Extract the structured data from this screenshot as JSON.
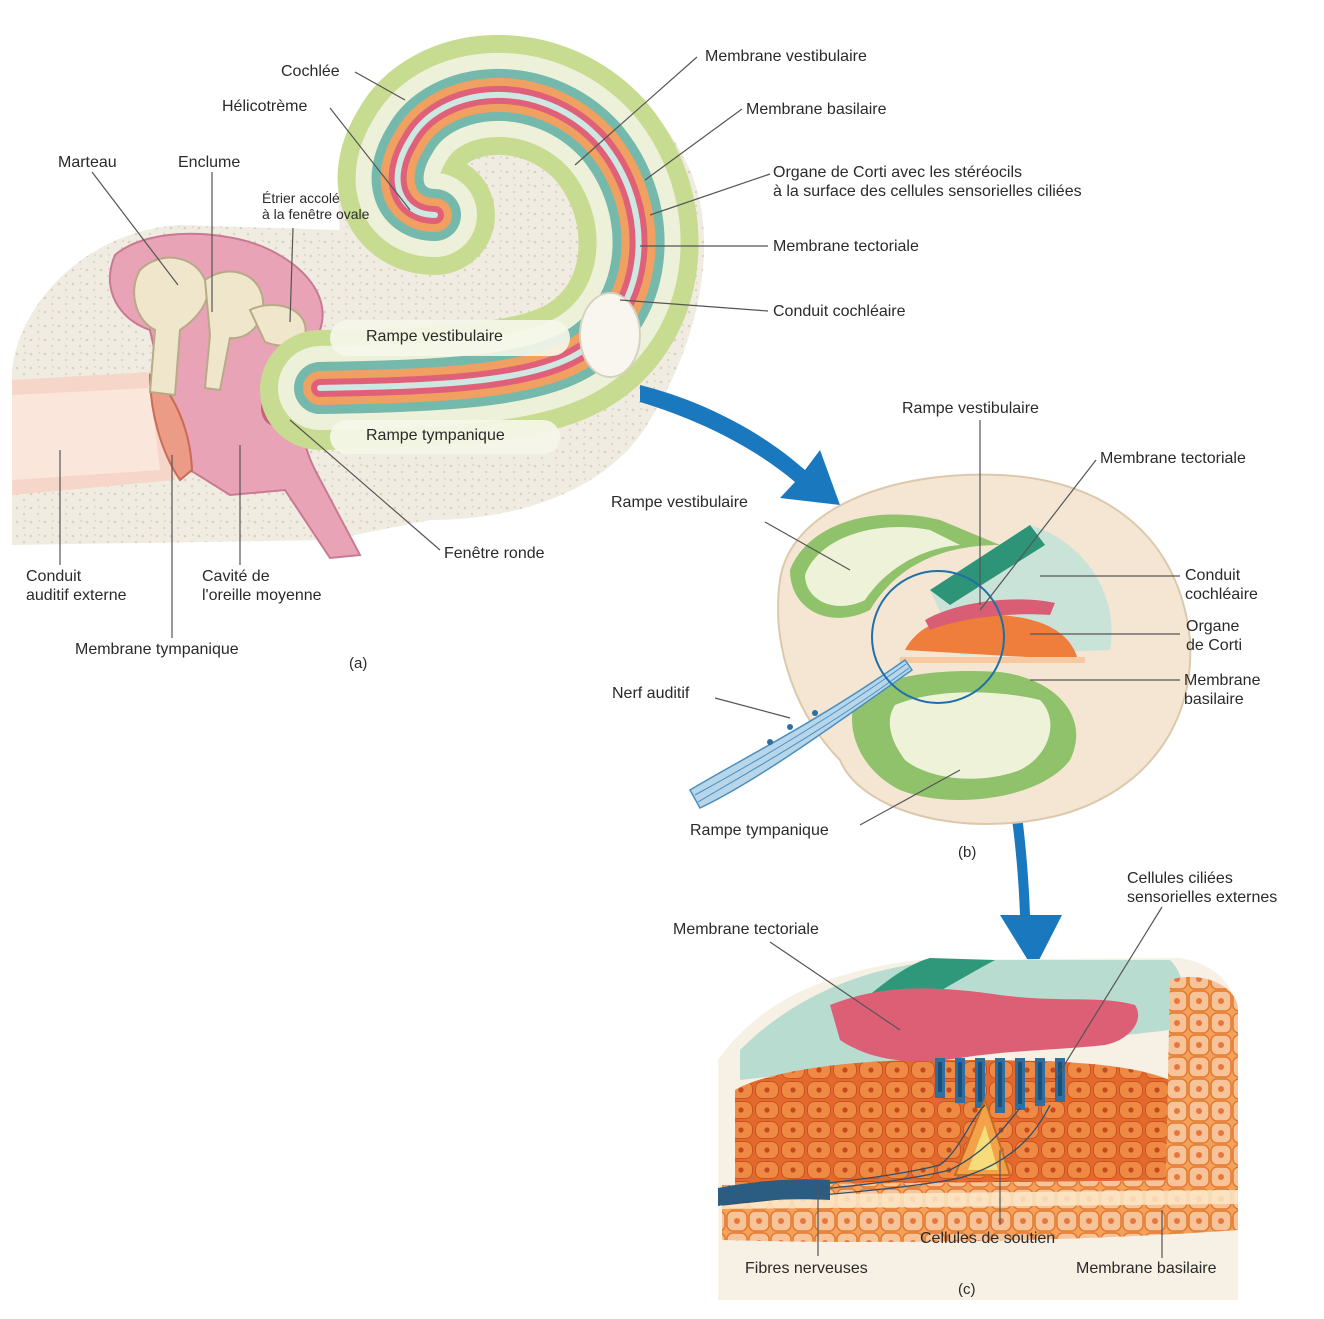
{
  "colors": {
    "bone": "#efe9dd",
    "skin": "#f4c3b4",
    "middle_ear": "#e59db2",
    "ossicle": "#f1ead5",
    "green": "#c3da8a",
    "dark_green": "#72b084",
    "teal": "#72b9b1",
    "orange": "#ec7a34",
    "pink": "#dc5f76",
    "blue_arrow": "#1a78bf",
    "nerve": "#4b8fc0",
    "line": "#555555"
  },
  "panel_a": {
    "caption": "(a)",
    "cochlee": "Cochlée",
    "helicotreme": "Hélicotrème",
    "marteau": "Marteau",
    "enclume": "Enclume",
    "etrier": [
      "Étrier accolé",
      "à la fenêtre ovale"
    ],
    "membrane_vestibulaire": "Membrane vestibulaire",
    "membrane_basilaire": "Membrane basilaire",
    "organe_corti": [
      "Organe de Corti avec les stéréocils",
      "à la surface des cellules sensorielles ciliées"
    ],
    "membrane_tectoriale": "Membrane tectoriale",
    "conduit_cochleaire": "Conduit cochléaire",
    "rampe_vestibulaire": "Rampe vestibulaire",
    "rampe_tympanique": "Rampe tympanique",
    "fenetre_ronde": "Fenêtre ronde",
    "conduit_auditif": [
      "Conduit",
      "auditif externe"
    ],
    "cavite": [
      "Cavité de",
      "l'oreille moyenne"
    ],
    "membrane_tympanique": "Membrane tympanique"
  },
  "panel_b": {
    "caption": "(b)",
    "rampe_vestibulaire_top": "Rampe vestibulaire",
    "membrane_tectoriale": "Membrane tectoriale",
    "rampe_vestibulaire": "Rampe vestibulaire",
    "conduit_cochleaire": [
      "Conduit",
      "cochléaire"
    ],
    "organe_corti": [
      "Organe",
      "de Corti"
    ],
    "membrane_basilaire": [
      "Membrane",
      "basilaire"
    ],
    "nerf_auditif": "Nerf auditif",
    "rampe_tympanique": "Rampe tympanique"
  },
  "panel_c": {
    "caption": "(c)",
    "cellules_ciliees": [
      "Cellules ciliées",
      "sensorielles externes"
    ],
    "membrane_tectoriale": "Membrane tectoriale",
    "cellules_soutien": "Cellules de soutien",
    "fibres_nerveuses": "Fibres nerveuses",
    "membrane_basilaire": "Membrane basilaire"
  }
}
